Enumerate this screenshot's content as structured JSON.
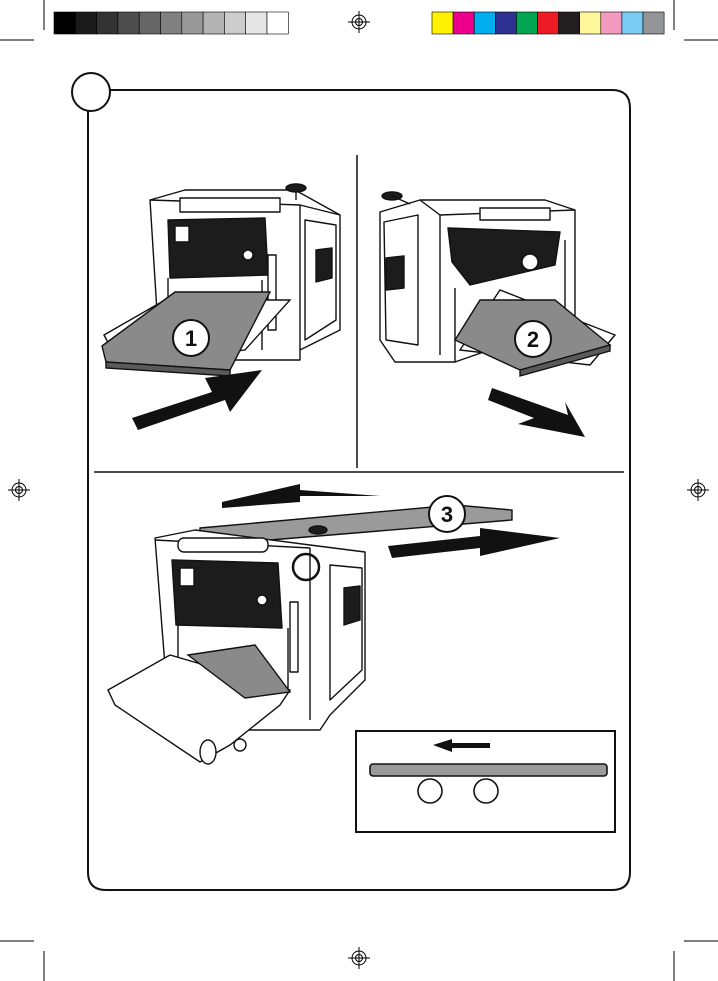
{
  "print_marks": {
    "grayscale_swatches": [
      "#000000",
      "#1a1a1a",
      "#333333",
      "#4d4d4d",
      "#666666",
      "#808080",
      "#999999",
      "#b3b3b3",
      "#cccccc",
      "#e6e6e6",
      "#ffffff"
    ],
    "color_swatches": [
      "#fff200",
      "#ec008c",
      "#00aeef",
      "#2e3192",
      "#00a651",
      "#ed1c24",
      "#231f20",
      "#fff799",
      "#f49ac1",
      "#7accf4",
      "#939598"
    ]
  },
  "steps": {
    "step1": "1",
    "step2": "2",
    "step3": "3"
  },
  "colors": {
    "ink": "#111111",
    "table_fill": "#8a8a8a",
    "board_fill": "#9a9a9a",
    "machine_dark": "#1c1c1c",
    "machine_light": "#ffffff"
  }
}
